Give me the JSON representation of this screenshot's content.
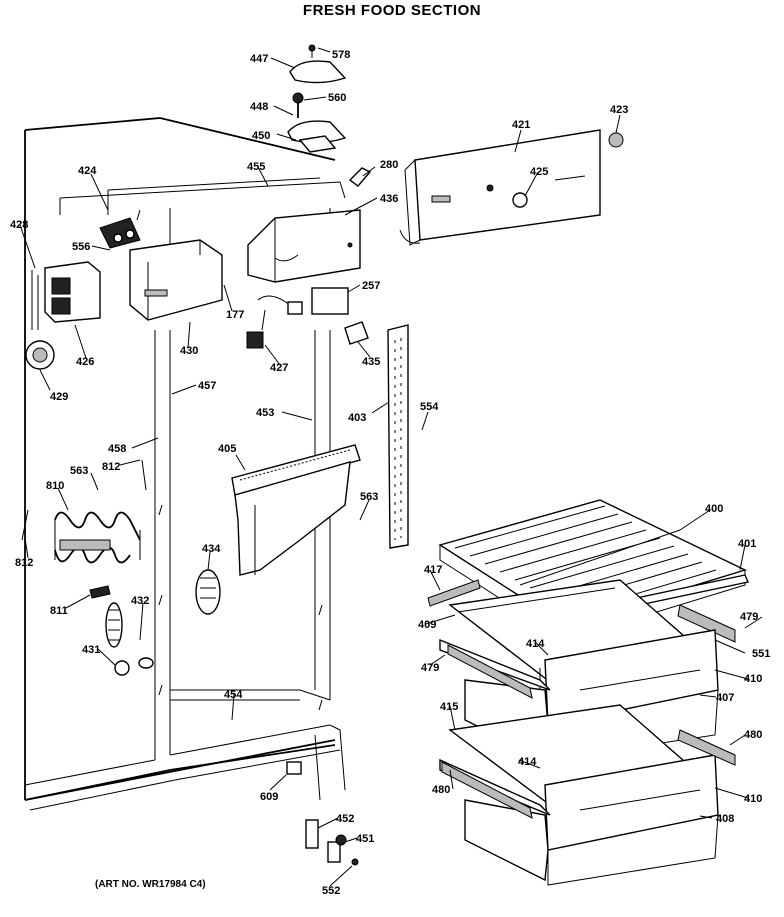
{
  "title": "FRESH FOOD SECTION",
  "art_number": "(ART NO. WR17984 C4)",
  "part_labels": [
    "447",
    "578",
    "560",
    "448",
    "450",
    "421",
    "423",
    "280",
    "425",
    "455",
    "436",
    "424",
    "428",
    "556",
    "257",
    "177",
    "430",
    "427",
    "426",
    "435",
    "429",
    "457",
    "453",
    "403",
    "554",
    "458",
    "405",
    "563",
    "812",
    "810",
    "563",
    "400",
    "401",
    "812",
    "434",
    "417",
    "479",
    "409",
    "414",
    "551",
    "811",
    "432",
    "479",
    "410",
    "431",
    "407",
    "454",
    "415",
    "480",
    "414",
    "480",
    "609",
    "410",
    "408",
    "452",
    "451",
    "552"
  ]
}
